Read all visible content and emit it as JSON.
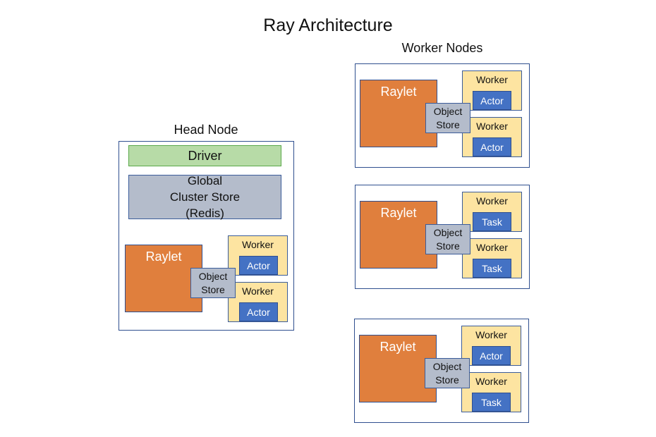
{
  "title": "Ray Architecture",
  "head_node": {
    "label": "Head Node",
    "driver": "Driver",
    "global_store": [
      "Global",
      "Cluster Store",
      "(Redis)"
    ],
    "raylet": "Raylet",
    "object_store": [
      "Object",
      "Store"
    ],
    "workers": [
      {
        "label": "Worker",
        "inner": "Actor"
      },
      {
        "label": "Worker",
        "inner": "Actor"
      }
    ]
  },
  "worker_nodes": {
    "label": "Worker Nodes",
    "nodes": [
      {
        "raylet": "Raylet",
        "object_store": [
          "Object",
          "Store"
        ],
        "workers": [
          {
            "label": "Worker",
            "inner": "Actor"
          },
          {
            "label": "Worker",
            "inner": "Actor"
          }
        ]
      },
      {
        "raylet": "Raylet",
        "object_store": [
          "Object",
          "Store"
        ],
        "workers": [
          {
            "label": "Worker",
            "inner": "Task"
          },
          {
            "label": "Worker",
            "inner": "Task"
          }
        ]
      },
      {
        "raylet": "Raylet",
        "object_store": [
          "Object",
          "Store"
        ],
        "workers": [
          {
            "label": "Worker",
            "inner": "Actor"
          },
          {
            "label": "Worker",
            "inner": "Task"
          }
        ]
      }
    ]
  },
  "colors": {
    "raylet": "#e07f3d",
    "worker": "#fde4a1",
    "actor_task": "#4472c4",
    "object_store": "#b4bccb",
    "driver": "#b7dba7",
    "border": "#2f4f8f"
  }
}
